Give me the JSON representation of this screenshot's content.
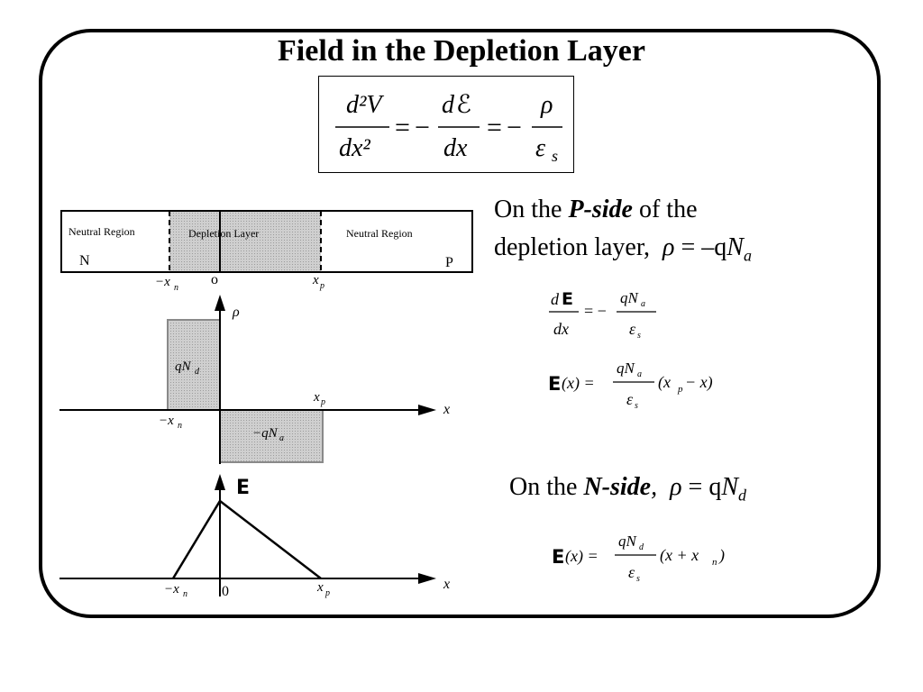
{
  "title": "Field in the Depletion Layer",
  "poisson_equation": {
    "lhs_num": "d²V",
    "lhs_den": "dx²",
    "mid_num": "d",
    "mid_num_symbol": "ℰ",
    "mid_den": "dx",
    "rhs_num": "ρ",
    "rhs_den": "ε",
    "rhs_den_sub": "s",
    "equals": "=",
    "minus": "−"
  },
  "junction": {
    "left_label": "Neutral Region",
    "center_label": "Depletion Layer",
    "right_label": "Neutral Region",
    "n_label": "N",
    "p_label": "P",
    "xn": "−x",
    "xn_sub": "n",
    "origin": "o",
    "xp": "x",
    "xp_sub": "p"
  },
  "charge_plot": {
    "axis_y": "ρ",
    "axis_x": "x",
    "pos_box": "qN",
    "pos_box_sub": "d",
    "neg_box": "−qN",
    "neg_box_sub": "a",
    "xn": "−x",
    "xn_sub": "n",
    "xp": "x",
    "xp_sub": "p"
  },
  "field_plot": {
    "axis_y": "E",
    "axis_x": "x",
    "xn": "−x",
    "xn_sub": "n",
    "origin": "0",
    "xp": "x",
    "xp_sub": "p"
  },
  "p_side": {
    "line1_pre": "On the ",
    "line1_emph": "P-side",
    "line1_post": " of the",
    "line2_pre": "depletion layer,",
    "line2_rho": "ρ",
    "line2_eq": " = –q",
    "line2_N": "N",
    "line2_sub": "a"
  },
  "p_eq1": {
    "num_d": "d",
    "num_E": "E",
    "den": "dx",
    "eq": "= −",
    "rhs_num": "qN",
    "rhs_num_sub": "a",
    "rhs_den": "ε",
    "rhs_den_sub": "s"
  },
  "p_eq2": {
    "E": "E",
    "arg": "(x) =",
    "num": "qN",
    "num_sub": "a",
    "den": "ε",
    "den_sub": "s",
    "tail_open": "(x",
    "tail_sub": "p",
    "tail_close": " − x)"
  },
  "n_side": {
    "pre": "On the ",
    "emph": "N-side",
    "comma": ",",
    "rho": "ρ",
    "eq": " = q",
    "N": "N",
    "sub": "d"
  },
  "n_eq": {
    "E": "E",
    "arg": "(x) =",
    "num": "qN",
    "num_sub": "d",
    "den": "ε",
    "den_sub": "s",
    "tail_open": "(x + x",
    "tail_sub": "n",
    "tail_close": ")"
  }
}
